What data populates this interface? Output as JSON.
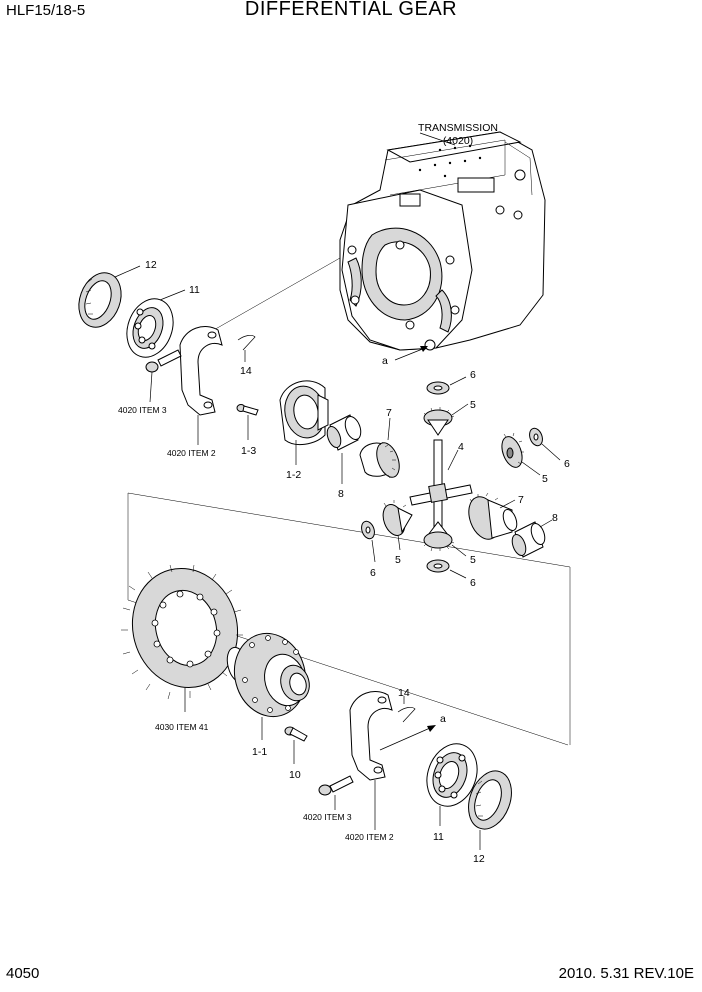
{
  "header": {
    "model": "HLF15/18-5",
    "title": "DIFFERENTIAL GEAR"
  },
  "footer": {
    "page_number": "4050",
    "date_revision": "2010. 5.31  REV.10E"
  },
  "callouts": {
    "transmission_line1": "TRANSMISSION",
    "transmission_line2": "(4020)",
    "ref_a_top": "a",
    "ref_a_bottom": "a",
    "c12_top": "12",
    "c11_top": "11",
    "c14_top": "14",
    "c4020_item3_top": "4020 ITEM 3",
    "c4020_item2_top": "4020 ITEM 2",
    "c1_3": "1-3",
    "c1_2": "1-2",
    "c8_left": "8",
    "c7_top": "7",
    "c6_top": "6",
    "c5_top": "5",
    "c4": "4",
    "c5_right": "5",
    "c6_right": "6",
    "c7_right": "7",
    "c8_right": "8",
    "c6_left": "6",
    "c5_left": "5",
    "c5_bottom": "5",
    "c6_bottom": "6",
    "c4030_item41": "4030 ITEM 41",
    "c1_1": "1-1",
    "c10": "10",
    "c14_bottom": "14",
    "c4020_item3_bottom": "4020 ITEM 3",
    "c4020_item2_bottom": "4020 ITEM 2",
    "c11_bottom": "11",
    "c12_bottom": "12"
  }
}
